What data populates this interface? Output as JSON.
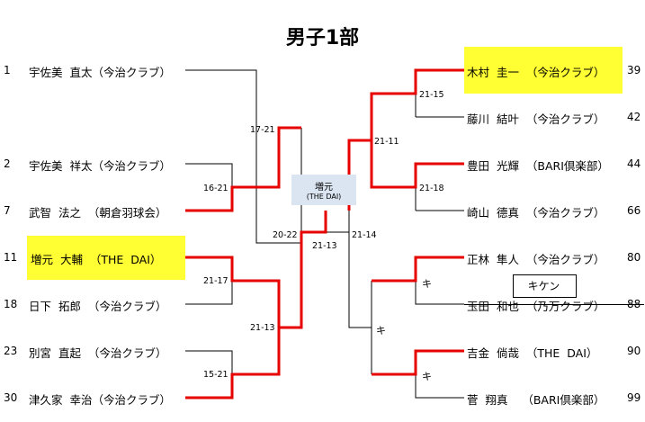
{
  "title": "男子1部",
  "players": [
    {
      "seed": "1",
      "name": "宇佐美  直太（今治クラブ）",
      "highlight": false
    },
    {
      "seed": "2",
      "name": "宇佐美  祥太（今治クラブ）",
      "highlight": false
    },
    {
      "seed": "7",
      "name": "武智  法之  （朝倉羽球会）",
      "highlight": false
    },
    {
      "seed": "11",
      "name": "増元  大輔  （THE  DAI）",
      "highlight": true
    },
    {
      "seed": "18",
      "name": "日下  拓郎  （今治クラブ）",
      "highlight": false
    },
    {
      "seed": "23",
      "name": "別宮  直起  （今治クラブ）",
      "highlight": false
    },
    {
      "seed": "30",
      "name": "津久家  幸治（今治クラブ）",
      "highlight": false
    },
    {
      "seed": "39",
      "name": "木村  圭一  （今治クラブ）",
      "highlight": true
    },
    {
      "seed": "42",
      "name": "藤川  結叶  （今治クラブ）",
      "highlight": false
    },
    {
      "seed": "44",
      "name": "豊田  光輝  （BARI倶楽部）",
      "highlight": false
    },
    {
      "seed": "66",
      "name": "崎山  德真  （今治クラブ）",
      "highlight": false
    },
    {
      "seed": "80",
      "name": "正林  隼人  （今治クラブ）",
      "highlight": false
    },
    {
      "seed": "88",
      "name": "玉田  和也  （乃万クラブ）",
      "highlight": false
    },
    {
      "seed": "90",
      "name": "吉金  倘哉  （THE  DAI）",
      "highlight": false
    },
    {
      "seed": "99",
      "name": "菅  翔真    （BARI倶楽部）",
      "highlight": false
    }
  ],
  "scores": [
    "17-21",
    "16-21",
    "21-17",
    "15-21",
    "21-13",
    "20-22",
    "21-13",
    "21-14",
    "21-11",
    "21-15",
    "21-18",
    "キ",
    "キ",
    "キ"
  ],
  "winner": {
    "name": "増元",
    "team": "(THE DAI)"
  },
  "withdrawal_label": "キケン",
  "colors": {
    "win_line": "#e60000",
    "line": "#000000",
    "highlight": "#ffff33",
    "winner_box": "#dbe5f1"
  }
}
